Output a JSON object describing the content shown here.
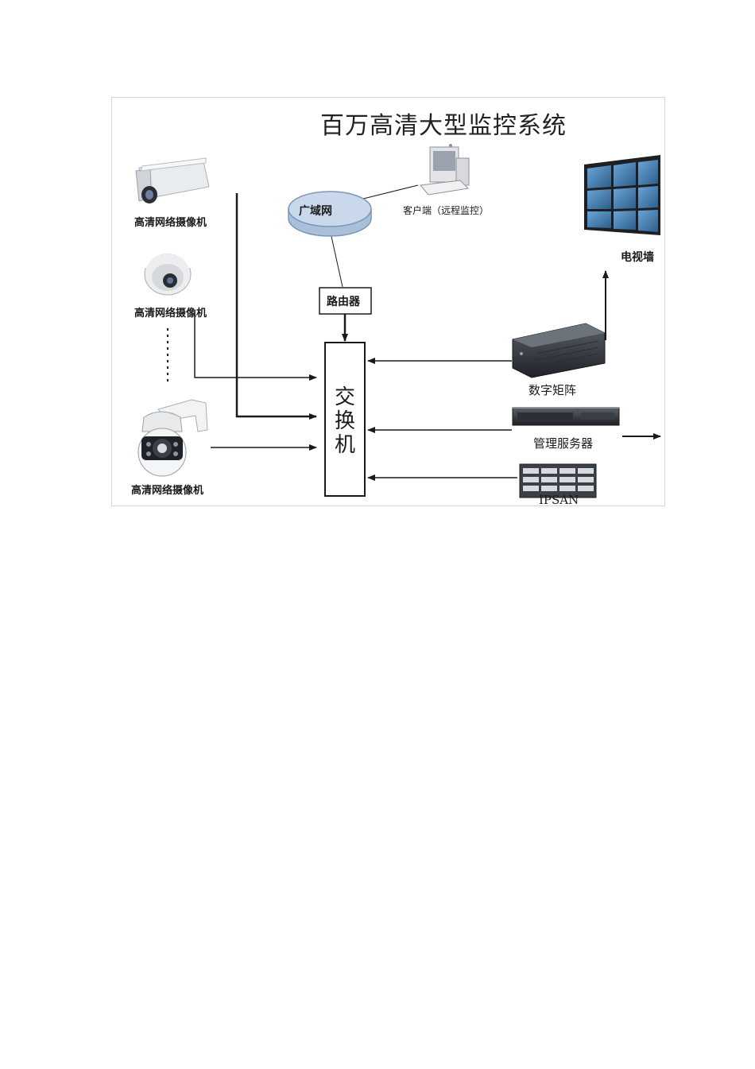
{
  "title": "百万高清大型监控系统",
  "nodes": {
    "camera_bullet": {
      "label": "高清网络摄像机",
      "icon": "bullet-camera-icon"
    },
    "camera_dome": {
      "label": "高清网络摄像机",
      "icon": "dome-camera-icon"
    },
    "camera_ptz": {
      "label": "高清网络摄像机",
      "icon": "ptz-camera-icon"
    },
    "wan": {
      "label": "广域网",
      "icon": "network-cylinder-icon"
    },
    "client": {
      "label": "客户端（远程监控）",
      "icon": "desktop-computer-icon"
    },
    "router": {
      "label": "路由器"
    },
    "switch": {
      "label": "交换机"
    },
    "video_wall": {
      "label": "电视墙",
      "icon": "video-wall-icon"
    },
    "digital_matrix": {
      "label": "数字矩阵",
      "icon": "rack-server-icon"
    },
    "mgmt_server": {
      "label": "管理服务器",
      "icon": "rack-server-icon"
    },
    "ipsan": {
      "label": "IPSAN",
      "icon": "storage-array-icon"
    }
  },
  "colors": {
    "line": "#1a1a1a",
    "wan_fill": "#c9d8ea",
    "wan_stroke": "#7d95b5"
  }
}
